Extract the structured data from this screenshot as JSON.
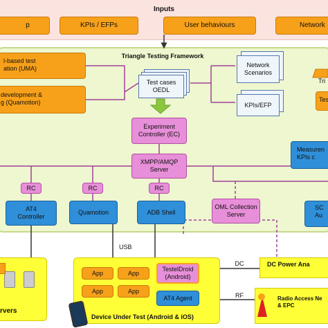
{
  "inputs": {
    "title": "Inputs",
    "items": [
      "p",
      "KPIs / EFPs",
      "User behaviours",
      "Network"
    ]
  },
  "framework": {
    "title": "Triangle Testing Framework"
  },
  "left_boxes": {
    "uma": [
      "l-based test",
      "ation (UMA)"
    ],
    "quamotion": [
      "development &",
      "g (Quamotion)"
    ]
  },
  "test_cases": [
    "Test cases",
    "OEDL"
  ],
  "network_scenarios": [
    "Network",
    "Scenarios"
  ],
  "kpis_efp": "KPIs/EFP",
  "right_partial": {
    "tri": "Tri",
    "test": "Test",
    "measure": [
      "Measuren",
      "KPIs c"
    ],
    "sc": [
      "SC",
      "Au"
    ]
  },
  "experiment_controller": [
    "Experiment",
    "Controller (EC)"
  ],
  "xmpp_server": [
    "XMPP/AMQP",
    "Server"
  ],
  "rc_labels": [
    "RC",
    "RC",
    "RC"
  ],
  "at4_controller": [
    "AT4",
    "Controller"
  ],
  "quamotion": "Quamotion",
  "adb_shell": "ADB Shell",
  "oml_server": [
    "OML Collection",
    "Server"
  ],
  "links": {
    "usb": "USB",
    "dc": "DC",
    "rf": "RF"
  },
  "device": {
    "label": "Device Under Test (Android & iOS)",
    "apps": [
      "App",
      "App",
      "App",
      "App"
    ],
    "testeldroid": [
      "TestelDroid",
      "(Android)"
    ],
    "at4_agent": "AT4 Agent"
  },
  "servers_label": "rvers",
  "dc_power": "DC Power Ana",
  "radio_access": [
    "Radio Access Ne",
    "& EPC"
  ],
  "colors": {
    "orange": "#f7a11a",
    "magenta": "#e78fd8",
    "blue": "#2f8fd9",
    "yellow": "#ffff38",
    "panel": "#eef7cf",
    "arrow_green": "#8cc63f",
    "line_purple": "#a0409a"
  }
}
